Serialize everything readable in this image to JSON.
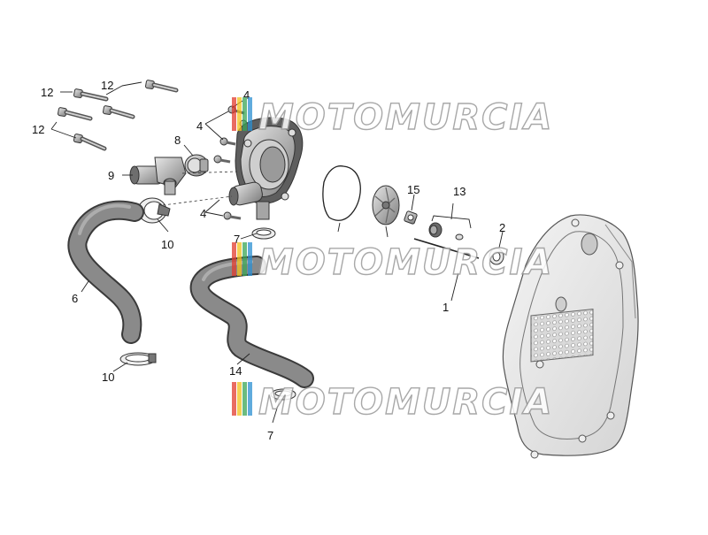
{
  "diagram": {
    "watermark": {
      "text": "MOTOMURCIA",
      "stripe_colors": [
        "#e23b2e",
        "#f2c21b",
        "#3aa655",
        "#2b8fd1"
      ]
    },
    "callouts": {
      "c12a": "12",
      "c12b": "12",
      "c12c": "12",
      "c4a": "4",
      "c4b": "4",
      "c4c": "4",
      "c8": "8",
      "c9": "9",
      "c10a": "10",
      "c10b": "10",
      "c6": "6",
      "c7a": "7",
      "c7b": "7",
      "c14": "14",
      "c15": "15",
      "c13": "13",
      "c2": "2",
      "c1": "1"
    },
    "colors": {
      "part_gray": "#9c9c9c",
      "hose_dark": "#3a3a3a",
      "line": "#222222"
    }
  }
}
